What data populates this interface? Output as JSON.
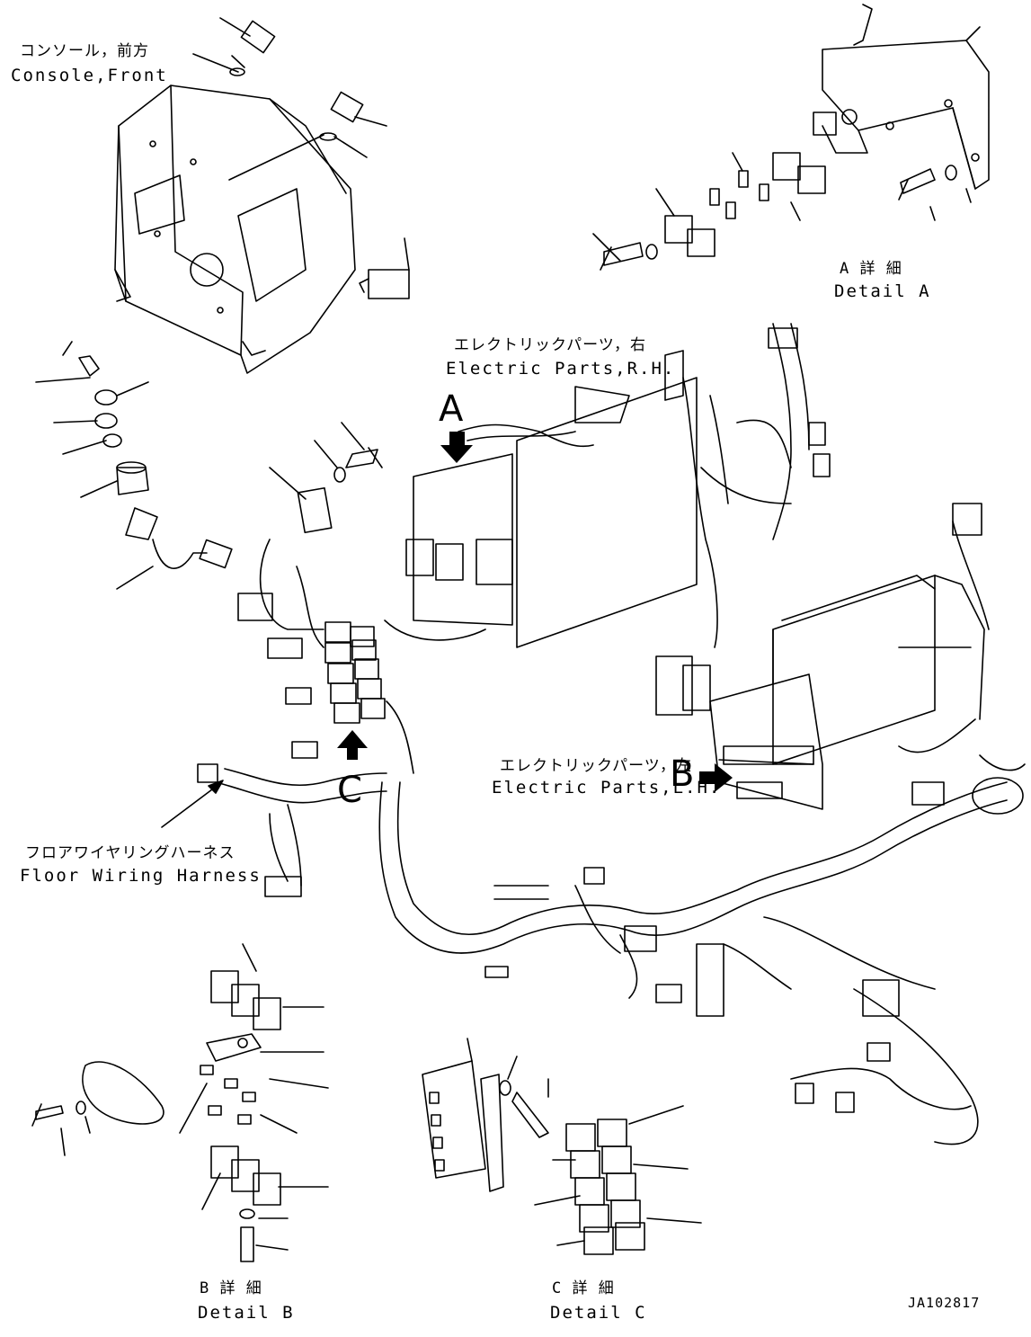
{
  "labels": {
    "console_front_jp": "コンソール，前方",
    "console_front_en": "Console,Front",
    "detail_a_jp": "A 詳 細",
    "detail_a_en": "Detail A",
    "electric_rh_jp": "エレクトリックパーツ，右",
    "electric_rh_en": "Electric Parts,R.H.",
    "electric_lh_jp": "エレクトリックパーツ，左",
    "electric_lh_en": "Electric Parts,L.H.",
    "floor_harness_jp": "フロアワイヤリングハーネス",
    "floor_harness_en": "Floor Wiring Harness",
    "detail_b_jp": "B 詳 細",
    "detail_b_en": "Detail B",
    "detail_c_jp": "C 詳 細",
    "detail_c_en": "Detail C",
    "callout_a": "A",
    "callout_b": "B",
    "callout_c": "C",
    "drawing_code": "JA102817"
  }
}
